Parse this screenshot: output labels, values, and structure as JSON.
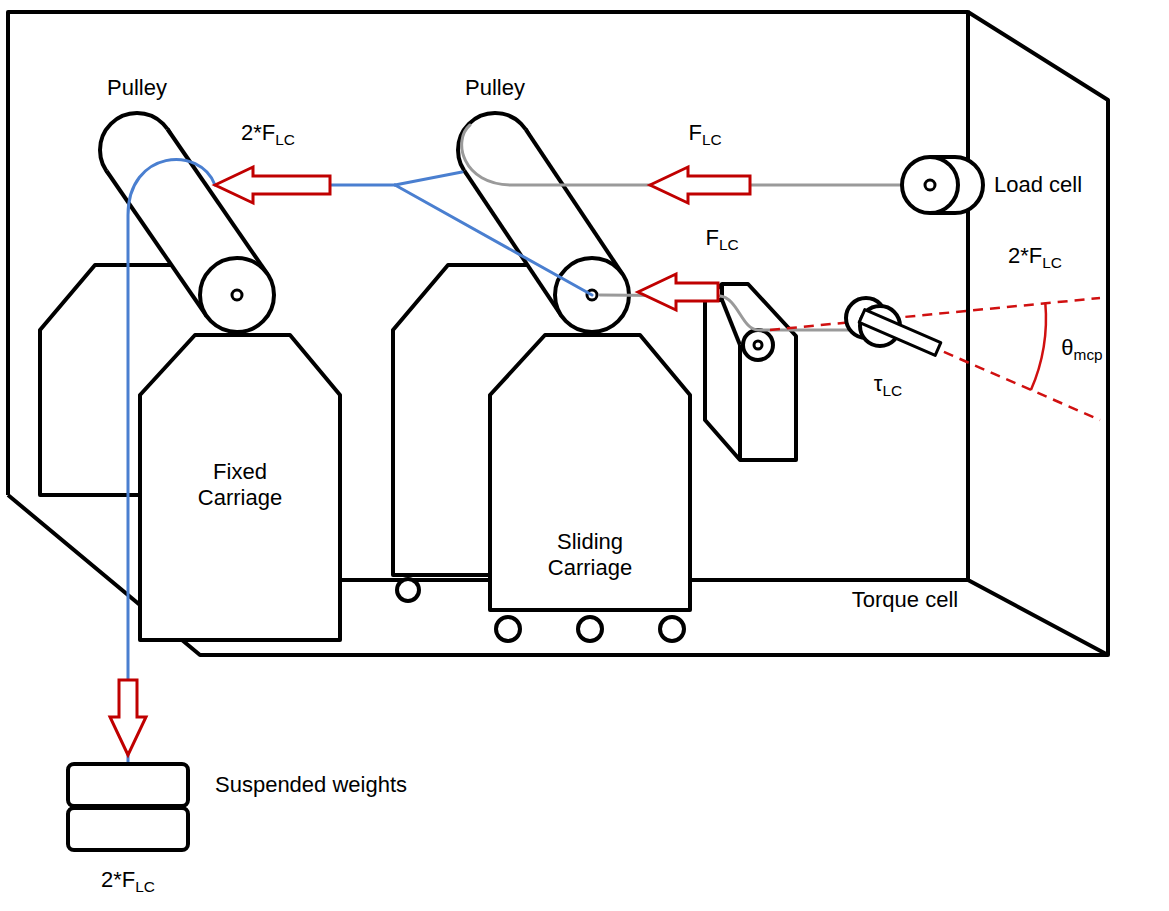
{
  "diagram": {
    "nodes": [
      {
        "text": [
          "Fixed Carriage"
        ]
      },
      {
        "text": [
          "Sliding Carriage"
        ]
      }
    ],
    "labels": [
      "Pulley",
      "Pulley",
      "2*FLC",
      "FLC",
      "Load cell",
      "FLC",
      "2*FLC",
      "τLC",
      "θmcp",
      "Torque cell",
      "Suspended weights",
      "2*FLC"
    ]
  }
}
